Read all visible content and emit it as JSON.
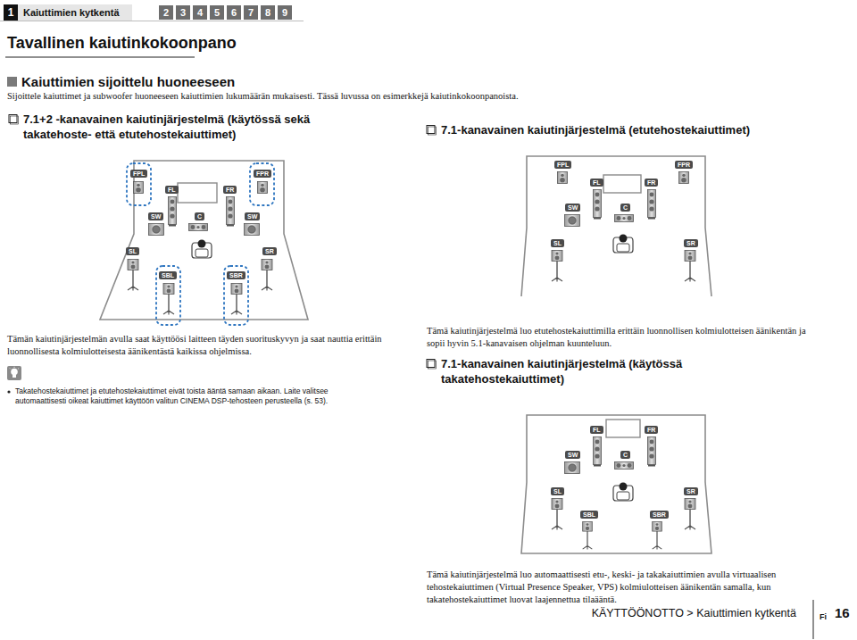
{
  "diagram": {
    "title": "Tavallinen kaiutinkokoonpano",
    "nodes": [
      {
        "text": [
          "1",
          "Kaiuttimien kytkentä"
        ]
      },
      {
        "text": [
          "2"
        ]
      },
      {
        "text": [
          "3"
        ]
      },
      {
        "text": [
          "4"
        ]
      },
      {
        "text": [
          "5"
        ]
      },
      {
        "text": [
          "6"
        ]
      },
      {
        "text": [
          "7"
        ]
      },
      {
        "text": [
          "8"
        ]
      },
      {
        "text": [
          "9"
        ]
      },
      {
        "text": [
          "FPL"
        ]
      },
      {
        "text": [
          "FPR"
        ]
      },
      {
        "text": [
          "FL"
        ]
      },
      {
        "text": [
          "FR"
        ]
      },
      {
        "text": [
          "SW"
        ]
      },
      {
        "text": [
          "C"
        ]
      },
      {
        "text": [
          "SW"
        ]
      },
      {
        "text": [
          "SL"
        ]
      },
      {
        "text": [
          "SR"
        ]
      },
      {
        "text": [
          "SBL"
        ]
      },
      {
        "text": [
          "SBR"
        ]
      },
      {
        "text": [
          "FPL"
        ]
      },
      {
        "text": [
          "FPR"
        ]
      },
      {
        "text": [
          "FL"
        ]
      },
      {
        "text": [
          "FR"
        ]
      },
      {
        "text": [
          "SW"
        ]
      },
      {
        "text": [
          "C"
        ]
      },
      {
        "text": [
          "SL"
        ]
      },
      {
        "text": [
          "SR"
        ]
      },
      {
        "text": [
          "FL"
        ]
      },
      {
        "text": [
          "FR"
        ]
      },
      {
        "text": [
          "SW"
        ]
      },
      {
        "text": [
          "C"
        ]
      },
      {
        "text": [
          "SL"
        ]
      },
      {
        "text": [
          "SR"
        ]
      },
      {
        "text": [
          "SBL"
        ]
      },
      {
        "text": [
          "SBR"
        ]
      }
    ],
    "labels": [
      "Kaiuttimien sijoittelu huoneeseen",
      "Sijoittele kaiuttimet ja subwoofer huoneeseen kaiuttimien lukumäärän mukaisesti. Tässä luvussa on esimerkkejä kaiutinkokoonpanoista.",
      "7.1+2 -kanavainen kaiutinjärjestelmä (käytössä sekä takatehoste- että etutehostekaiuttimet)",
      "7.1-kanavainen kaiutinjärjestelmä (etutehostekaiuttimet)",
      "Tämän kaiutinjärjestelmän avulla saat käyttöösi laitteen täyden suorituskyvyn ja saat nauttia erittäin luonnollisesta kolmiulotteisesta äänikentästä kaikissa ohjelmissa.",
      "Takatehostekaiuttimet ja etutehostekaiuttimet eivät toista ääntä samaan aikaan. Laite valitsee automaattisesti oikeat kaiuttimet käyttöön valitun CINEMA DSP-tehosteen perusteella (s. 53).",
      "Tämä kaiutinjärjestelmä luo etutehostekaiuttimilla erittäin luonnollisen kolmiulotteisen äänikentän ja sopii hyvin 5.1-kanavaisen ohjelman kuunteluun.",
      "7.1-kanavainen kaiutinjärjestelmä (käytössä takatehostekaiuttimet)",
      "Tämä kaiutinjärjestelmä luo automaattisesti etu-, keski- ja takakaiuttimien avulla virtuaalisen tehostekaiuttimen (Virtual Presence Speaker, VPS) kolmiulotteisen äänikentän samalla, kun takatehostekaiuttimet luovat laajennettua tilaääntä.",
      "KÄYTTÖÖNOTTO > Kaiuttimien kytkentä",
      "Fi",
      "16"
    ]
  }
}
